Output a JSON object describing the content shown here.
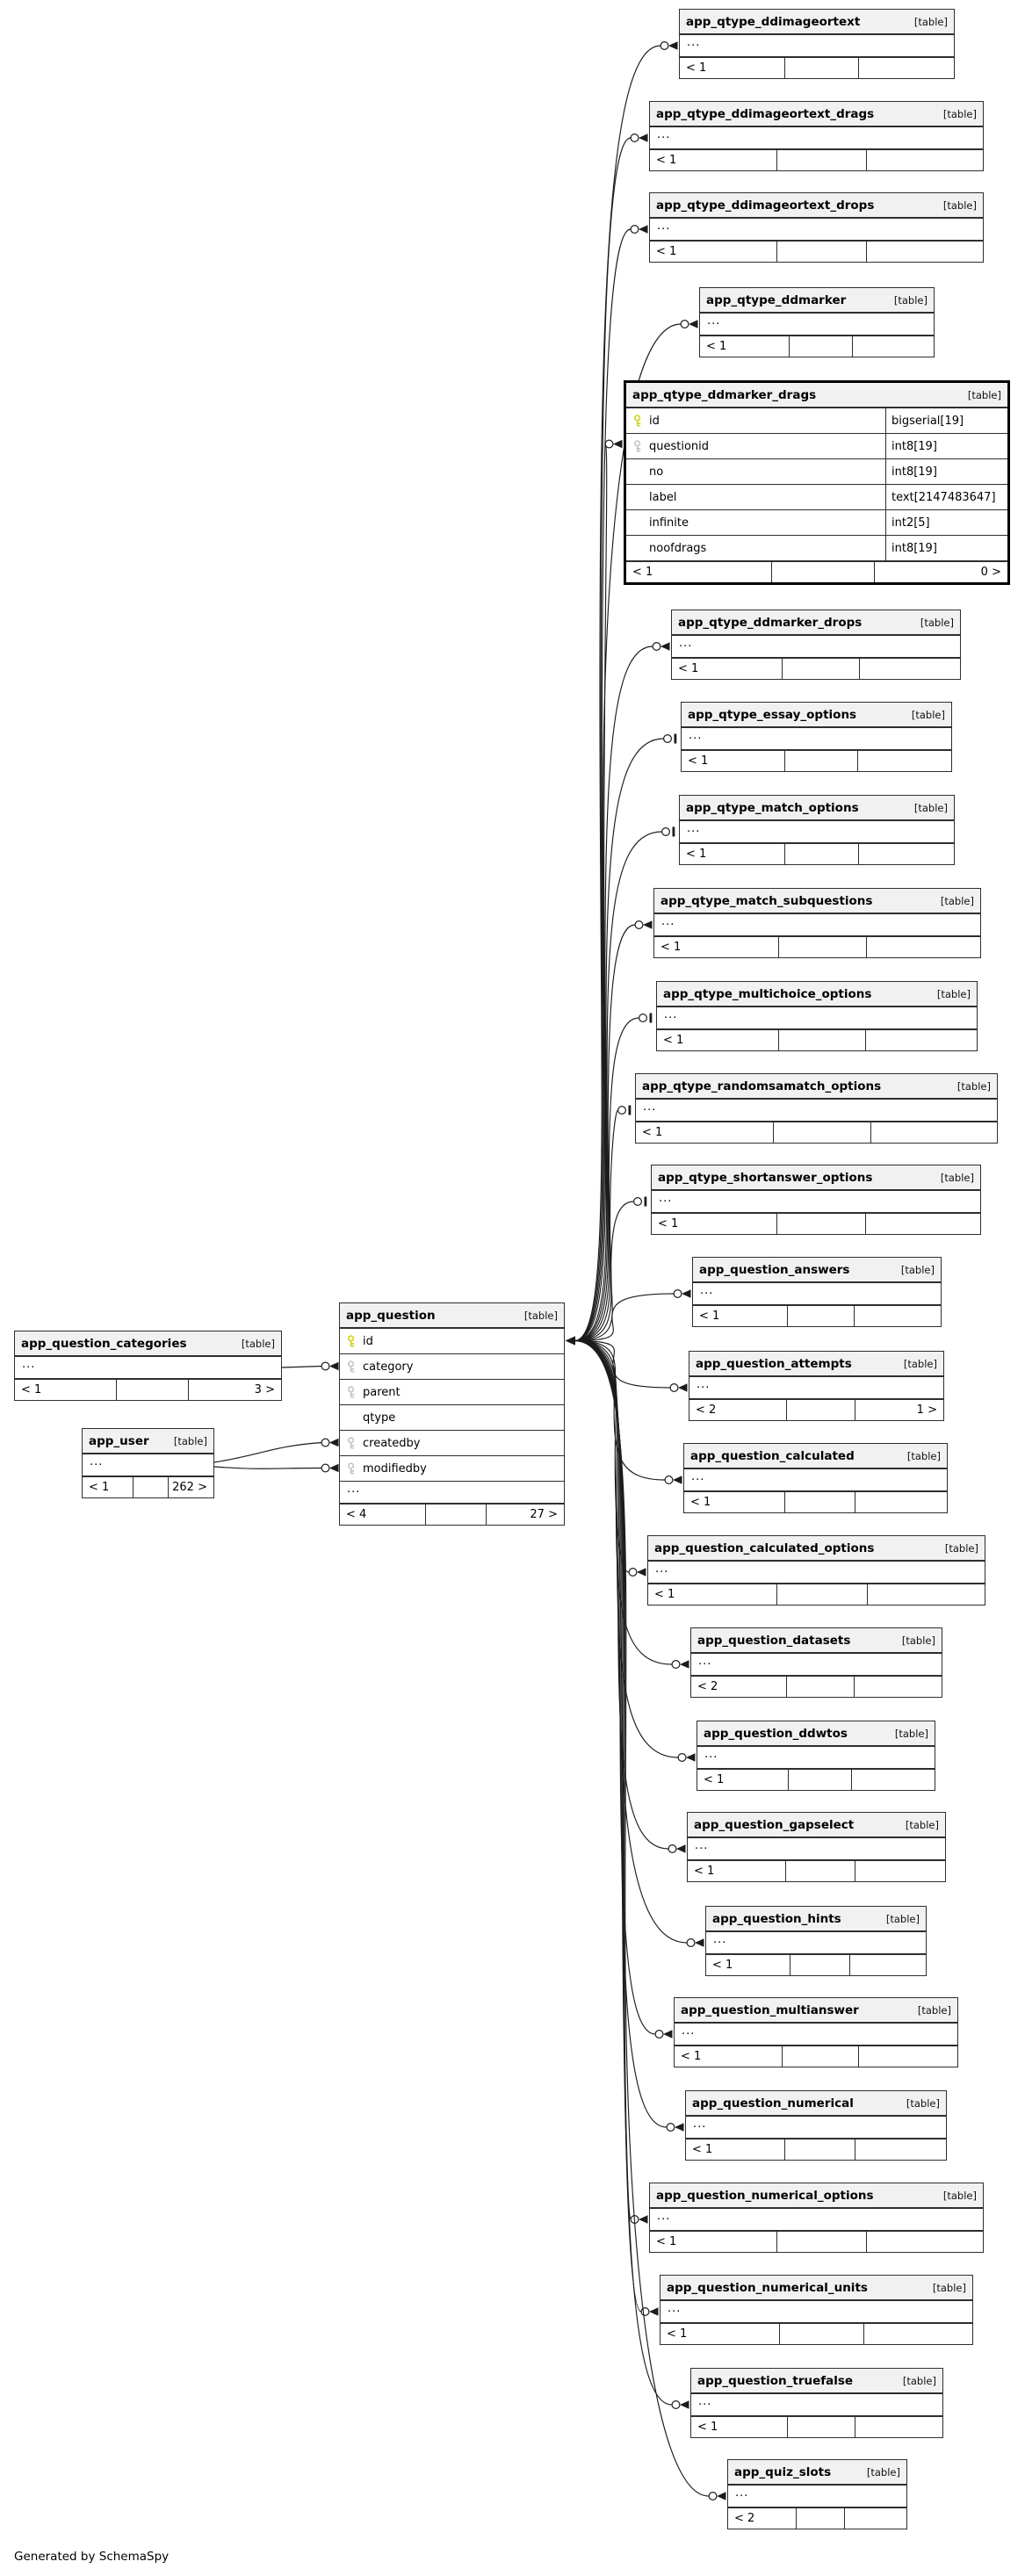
{
  "diagram": {
    "generated_note": "Generated by SchemaSpy",
    "table_tag": "[table]",
    "colors": {
      "header_bg": "#f1f1f1",
      "border": "#2e2e2e",
      "line": "#1c1c1c",
      "primary_key": "#d4d41c",
      "foreign_key": "#c6c6c6"
    },
    "tables": [
      {
        "name": "app_qtype_ddimageortext",
        "tag": "[table]",
        "kind": "summary",
        "dots": true,
        "footer": {
          "left": "< 1",
          "middle": "",
          "right": ""
        }
      },
      {
        "name": "app_qtype_ddimageortext_drags",
        "tag": "[table]",
        "kind": "summary",
        "dots": true,
        "footer": {
          "left": "< 1",
          "middle": "",
          "right": ""
        }
      },
      {
        "name": "app_qtype_ddimageortext_drops",
        "tag": "[table]",
        "kind": "summary",
        "dots": true,
        "footer": {
          "left": "< 1",
          "middle": "",
          "right": ""
        }
      },
      {
        "name": "app_qtype_ddmarker",
        "tag": "[table]",
        "kind": "summary",
        "dots": true,
        "footer": {
          "left": "< 1",
          "middle": "",
          "right": ""
        }
      },
      {
        "name": "app_qtype_ddmarker_drags",
        "tag": "[table]",
        "kind": "detail",
        "emphasized": true,
        "dots": false,
        "columns": [
          {
            "name": "id",
            "type": "bigserial[19]",
            "key": "pk"
          },
          {
            "name": "questionid",
            "type": "int8[19]",
            "key": "fk"
          },
          {
            "name": "no",
            "type": "int8[19]",
            "key": ""
          },
          {
            "name": "label",
            "type": "text[2147483647]",
            "key": ""
          },
          {
            "name": "infinite",
            "type": "int2[5]",
            "key": ""
          },
          {
            "name": "noofdrags",
            "type": "int8[19]",
            "key": ""
          }
        ],
        "footer": {
          "left": "< 1",
          "middle": "",
          "right": "0 >"
        }
      },
      {
        "name": "app_qtype_ddmarker_drops",
        "tag": "[table]",
        "kind": "summary",
        "dots": true,
        "footer": {
          "left": "< 1",
          "middle": "",
          "right": ""
        }
      },
      {
        "name": "app_qtype_essay_options",
        "tag": "[table]",
        "kind": "summary",
        "dots": true,
        "footer": {
          "left": "< 1",
          "middle": "",
          "right": ""
        }
      },
      {
        "name": "app_qtype_match_options",
        "tag": "[table]",
        "kind": "summary",
        "dots": true,
        "footer": {
          "left": "< 1",
          "middle": "",
          "right": ""
        }
      },
      {
        "name": "app_qtype_match_subquestions",
        "tag": "[table]",
        "kind": "summary",
        "dots": true,
        "footer": {
          "left": "< 1",
          "middle": "",
          "right": ""
        }
      },
      {
        "name": "app_qtype_multichoice_options",
        "tag": "[table]",
        "kind": "summary",
        "dots": true,
        "footer": {
          "left": "< 1",
          "middle": "",
          "right": ""
        }
      },
      {
        "name": "app_qtype_randomsamatch_options",
        "tag": "[table]",
        "kind": "summary",
        "dots": true,
        "footer": {
          "left": "< 1",
          "middle": "",
          "right": ""
        }
      },
      {
        "name": "app_qtype_shortanswer_options",
        "tag": "[table]",
        "kind": "summary",
        "dots": true,
        "footer": {
          "left": "< 1",
          "middle": "",
          "right": ""
        }
      },
      {
        "name": "app_question_answers",
        "tag": "[table]",
        "kind": "summary",
        "dots": true,
        "footer": {
          "left": "< 1",
          "middle": "",
          "right": ""
        }
      },
      {
        "name": "app_question_attempts",
        "tag": "[table]",
        "kind": "summary",
        "dots": true,
        "footer": {
          "left": "< 2",
          "middle": "",
          "right": "1 >"
        }
      },
      {
        "name": "app_question_calculated",
        "tag": "[table]",
        "kind": "summary",
        "dots": true,
        "footer": {
          "left": "< 1",
          "middle": "",
          "right": ""
        }
      },
      {
        "name": "app_question_calculated_options",
        "tag": "[table]",
        "kind": "summary",
        "dots": true,
        "footer": {
          "left": "< 1",
          "middle": "",
          "right": ""
        }
      },
      {
        "name": "app_question_datasets",
        "tag": "[table]",
        "kind": "summary",
        "dots": true,
        "footer": {
          "left": "< 2",
          "middle": "",
          "right": ""
        }
      },
      {
        "name": "app_question_ddwtos",
        "tag": "[table]",
        "kind": "summary",
        "dots": true,
        "footer": {
          "left": "< 1",
          "middle": "",
          "right": ""
        }
      },
      {
        "name": "app_question_gapselect",
        "tag": "[table]",
        "kind": "summary",
        "dots": true,
        "footer": {
          "left": "< 1",
          "middle": "",
          "right": ""
        }
      },
      {
        "name": "app_question_hints",
        "tag": "[table]",
        "kind": "summary",
        "dots": true,
        "footer": {
          "left": "< 1",
          "middle": "",
          "right": ""
        }
      },
      {
        "name": "app_question_multianswer",
        "tag": "[table]",
        "kind": "summary",
        "dots": true,
        "footer": {
          "left": "< 1",
          "middle": "",
          "right": ""
        }
      },
      {
        "name": "app_question_numerical",
        "tag": "[table]",
        "kind": "summary",
        "dots": true,
        "footer": {
          "left": "< 1",
          "middle": "",
          "right": ""
        }
      },
      {
        "name": "app_question_numerical_options",
        "tag": "[table]",
        "kind": "summary",
        "dots": true,
        "footer": {
          "left": "< 1",
          "middle": "",
          "right": ""
        }
      },
      {
        "name": "app_question_numerical_units",
        "tag": "[table]",
        "kind": "summary",
        "dots": true,
        "footer": {
          "left": "< 1",
          "middle": "",
          "right": ""
        }
      },
      {
        "name": "app_question_truefalse",
        "tag": "[table]",
        "kind": "summary",
        "dots": true,
        "footer": {
          "left": "< 1",
          "middle": "",
          "right": ""
        }
      },
      {
        "name": "app_quiz_slots",
        "tag": "[table]",
        "kind": "summary",
        "dots": true,
        "footer": {
          "left": "< 2",
          "middle": "",
          "right": ""
        }
      },
      {
        "name": "app_question_categories",
        "tag": "[table]",
        "kind": "summary",
        "dots": true,
        "footer": {
          "left": "< 1",
          "middle": "",
          "right": "3 >"
        }
      },
      {
        "name": "app_user",
        "tag": "[table]",
        "kind": "summary",
        "dots": true,
        "footer": {
          "left": "< 1",
          "middle": "",
          "right": "262 >"
        }
      },
      {
        "name": "app_question",
        "tag": "[table]",
        "kind": "detail",
        "dots": true,
        "columns": [
          {
            "name": "id",
            "type": "",
            "key": "pk"
          },
          {
            "name": "category",
            "type": "",
            "key": "fk"
          },
          {
            "name": "parent",
            "type": "",
            "key": "fk"
          },
          {
            "name": "qtype",
            "type": "",
            "key": ""
          },
          {
            "name": "createdby",
            "type": "",
            "key": "fk"
          },
          {
            "name": "modifiedby",
            "type": "",
            "key": "fk"
          }
        ],
        "footer": {
          "left": "< 4",
          "middle": "",
          "right": "27 >"
        }
      }
    ],
    "relationships": [
      {
        "from": "app_question.id",
        "to": "app_qtype_ddimageortext",
        "cardinality": "many"
      },
      {
        "from": "app_question.id",
        "to": "app_qtype_ddimageortext_drags",
        "cardinality": "many"
      },
      {
        "from": "app_question.id",
        "to": "app_qtype_ddimageortext_drops",
        "cardinality": "many"
      },
      {
        "from": "app_question.id",
        "to": "app_qtype_ddmarker",
        "cardinality": "many"
      },
      {
        "from": "app_question.id",
        "to": "app_qtype_ddmarker_drags.questionid",
        "cardinality": "many"
      },
      {
        "from": "app_question.id",
        "to": "app_qtype_ddmarker_drops",
        "cardinality": "many"
      },
      {
        "from": "app_question.id",
        "to": "app_qtype_essay_options",
        "cardinality": "one"
      },
      {
        "from": "app_question.id",
        "to": "app_qtype_match_options",
        "cardinality": "one"
      },
      {
        "from": "app_question.id",
        "to": "app_qtype_match_subquestions",
        "cardinality": "many"
      },
      {
        "from": "app_question.id",
        "to": "app_qtype_multichoice_options",
        "cardinality": "one"
      },
      {
        "from": "app_question.id",
        "to": "app_qtype_randomsamatch_options",
        "cardinality": "one"
      },
      {
        "from": "app_question.id",
        "to": "app_qtype_shortanswer_options",
        "cardinality": "one"
      },
      {
        "from": "app_question.id",
        "to": "app_question_answers",
        "cardinality": "many"
      },
      {
        "from": "app_question.id",
        "to": "app_question_attempts",
        "cardinality": "many"
      },
      {
        "from": "app_question.id",
        "to": "app_question_calculated",
        "cardinality": "many"
      },
      {
        "from": "app_question.id",
        "to": "app_question_calculated_options",
        "cardinality": "many"
      },
      {
        "from": "app_question.id",
        "to": "app_question_datasets",
        "cardinality": "many"
      },
      {
        "from": "app_question.id",
        "to": "app_question_ddwtos",
        "cardinality": "many"
      },
      {
        "from": "app_question.id",
        "to": "app_question_gapselect",
        "cardinality": "many"
      },
      {
        "from": "app_question.id",
        "to": "app_question_hints",
        "cardinality": "many"
      },
      {
        "from": "app_question.id",
        "to": "app_question_multianswer",
        "cardinality": "many"
      },
      {
        "from": "app_question.id",
        "to": "app_question_numerical",
        "cardinality": "many"
      },
      {
        "from": "app_question.id",
        "to": "app_question_numerical_options",
        "cardinality": "many"
      },
      {
        "from": "app_question.id",
        "to": "app_question_numerical_units",
        "cardinality": "many"
      },
      {
        "from": "app_question.id",
        "to": "app_question_truefalse",
        "cardinality": "many"
      },
      {
        "from": "app_question.id",
        "to": "app_quiz_slots",
        "cardinality": "many"
      },
      {
        "from": "app_question_categories",
        "to": "app_question.category",
        "cardinality": "many"
      },
      {
        "from": "app_user",
        "to": "app_question.createdby",
        "cardinality": "many"
      },
      {
        "from": "app_user",
        "to": "app_question.modifiedby",
        "cardinality": "many"
      }
    ]
  }
}
